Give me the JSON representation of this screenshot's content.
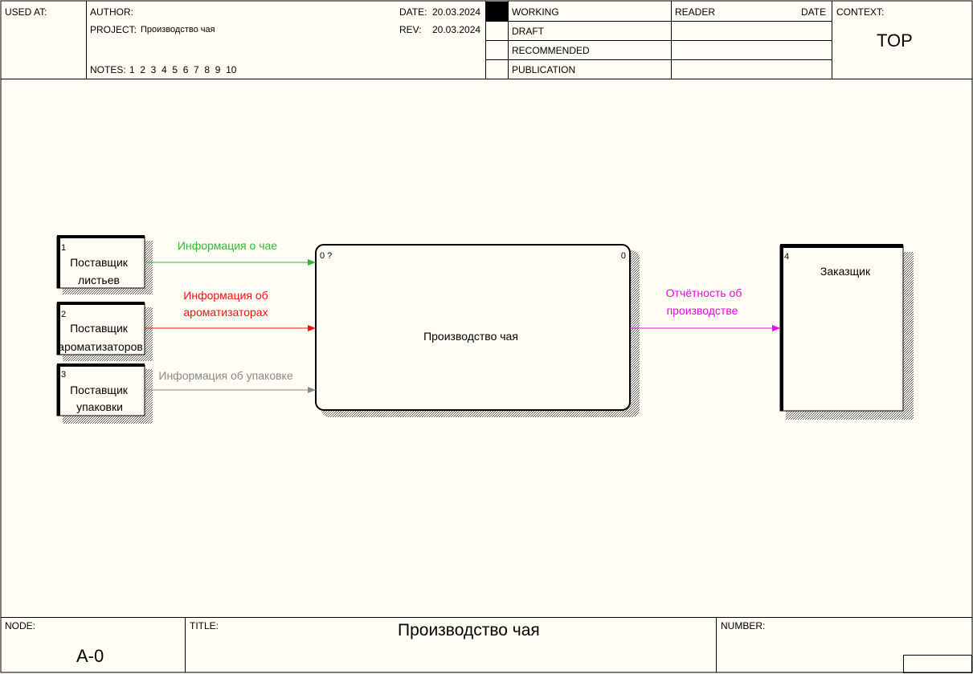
{
  "header": {
    "used_at_label": "USED AT:",
    "author_label": "AUTHOR:",
    "project_label": "PROJECT:",
    "project_value": "Производство чая",
    "notes_label": "NOTES:",
    "notes_value": "1  2  3  4  5  6  7  8  9  10",
    "date_label": "DATE:",
    "date_value": "20.03.2024",
    "rev_label": "REV:",
    "rev_value": "20.03.2024",
    "status_working": "WORKING",
    "status_draft": "DRAFT",
    "status_recommended": "RECOMMENDED",
    "status_publication": "PUBLICATION",
    "reader_label": "READER",
    "reader_date_label": "DATE",
    "context_label": "CONTEXT:",
    "context_value": "TOP"
  },
  "diagram": {
    "ext1_num": "1",
    "ext1_line1": "Поставщик",
    "ext1_line2": "листьев",
    "ext2_num": "2",
    "ext2_line1": "Поставщик",
    "ext2_line2": "ароматизаторов",
    "ext3_num": "3",
    "ext3_line1": "Поставщик",
    "ext3_line2": "упаковки",
    "ext4_num": "4",
    "ext4_label": "Заказщик",
    "process_num_left": "0 ?",
    "process_num_right": "0",
    "process_label": "Производство чая",
    "arrow1_label": "Информация о чае",
    "arrow2_line1": "Информация об",
    "arrow2_line2": "ароматизаторах",
    "arrow3_label": "Информация об упаковке",
    "arrow4_line1": "Отчётность об",
    "arrow4_line2": "производстве",
    "colors": {
      "green": "#33b533",
      "red": "#ee1111",
      "gray": "#888888",
      "magenta": "#ee00ee"
    }
  },
  "footer": {
    "node_label": "NODE:",
    "node_value": "A-0",
    "title_label": "TITLE:",
    "title_value": "Производство чая",
    "number_label": "NUMBER:"
  }
}
